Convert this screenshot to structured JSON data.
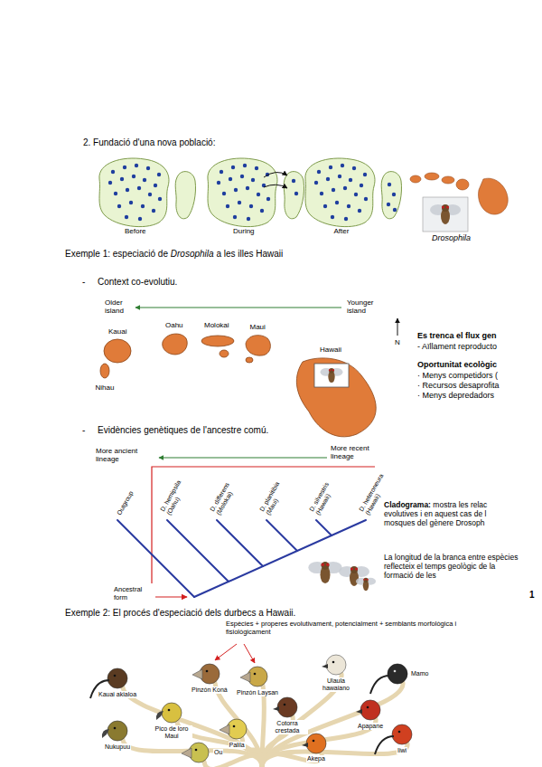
{
  "diagram": {
    "labels": [
      "2. Fundació d'una nova població:",
      "Before",
      "During",
      "After",
      "Drosophila",
      "Exemple 1: especiació de",
      "Drosophila",
      "a les illes Hawaii",
      "-",
      "Context co-evolutiu.",
      "Older island",
      "Younger island",
      "Kauai",
      "Oahu",
      "Molokai",
      "Maui",
      "N",
      "Hawaii",
      "Nihau",
      "Es trenca el flux gen",
      "- Aïllament reproducto",
      "Oportunitat ecològic",
      "· Menys competidors (",
      "· Recursos desaprofita",
      "· Menys depredadors",
      "-",
      "Evidències genètiques de l'ancestre comú.",
      "More ancient lineage",
      "More recent lineage",
      "Outgroup",
      "D. hemipsila (Oahu)",
      "D. differens (Molokai)",
      "D. planitibia (Maui)",
      "D. silvestris (Hawaii)",
      "D. heteroneura (Hawaii)",
      "Cladograma:",
      "mostra les relac evolutives i en aquest cas de l mosques del gènere Drosoph",
      "Ancestral form",
      "La longitud de la branca entre espècies reflecteix el temps geològic de la formació de les",
      "1",
      "Exemple 2: El procés d'especiació dels durbecs a Hawaii.",
      "Espècies + properes evolutivament, potencialment + semblants morfològica i fisiològicament",
      "Kauai akialoa",
      "Pinzón Koná",
      "Ulaula hawaiano",
      "Mamo",
      "Pinzón Laysan",
      "Cotorra crestada",
      "Apapane",
      "Pico de loro Maui",
      "Nukupuu",
      "Palila",
      "Akepa",
      "Iiwi",
      "Ou"
    ]
  }
}
